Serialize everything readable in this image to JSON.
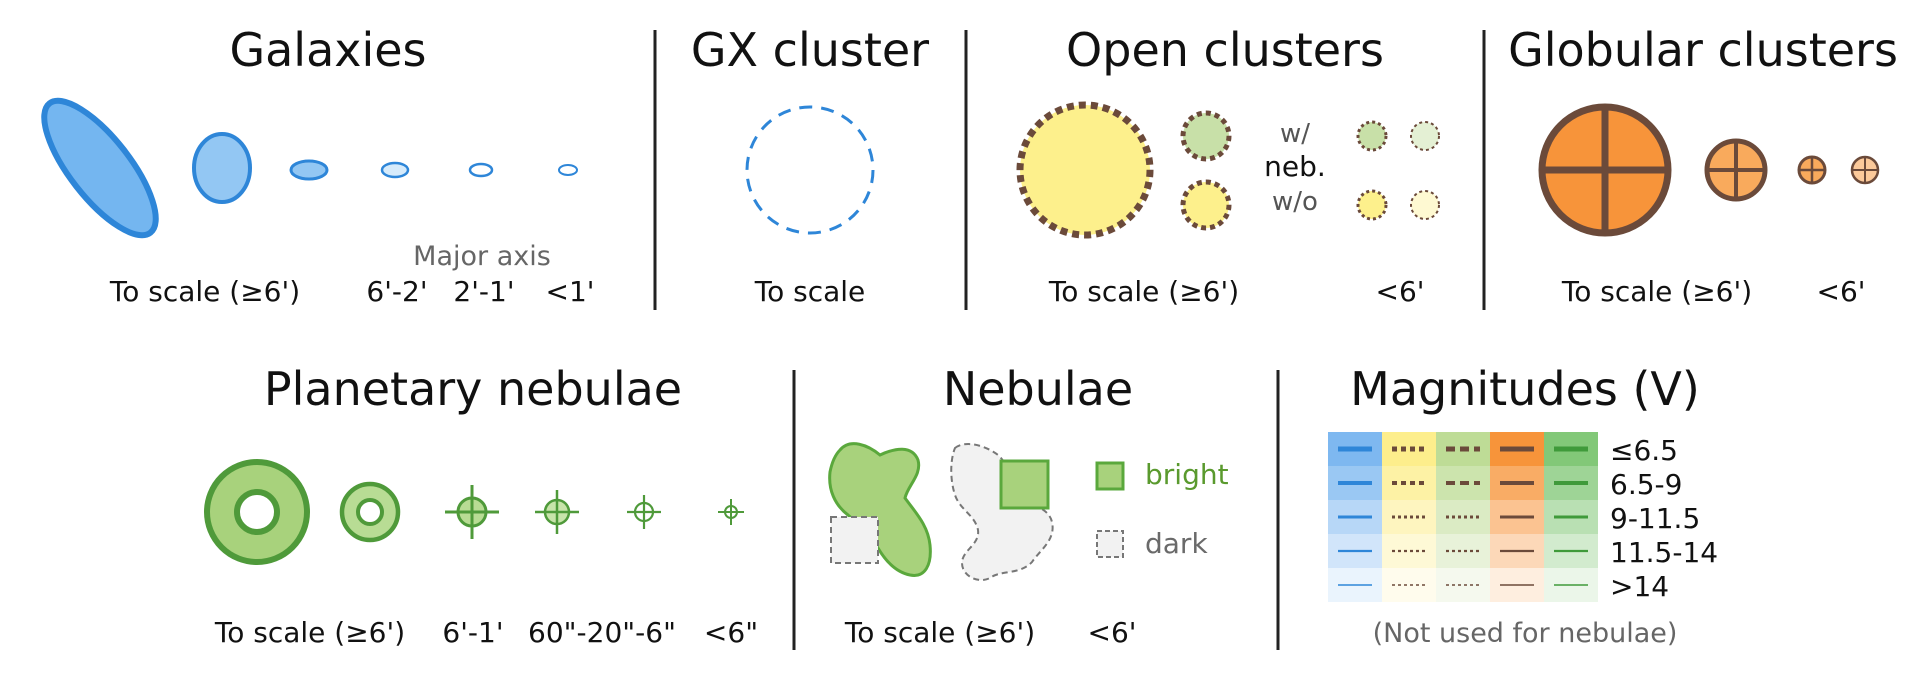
{
  "sections": {
    "galaxies": {
      "title": "Galaxies",
      "axis_note": "Major axis",
      "captions": [
        "To scale (≥6')",
        "6'-2'",
        "2'-1'",
        "<1'"
      ]
    },
    "gx_cluster": {
      "title": "GX cluster",
      "caption": "To scale"
    },
    "open_clusters": {
      "title": "Open clusters",
      "with_label": "w/",
      "neb_label": "neb.",
      "without_label": "w/o",
      "captions": [
        "To scale (≥6')",
        "<6'"
      ]
    },
    "globular_clusters": {
      "title": "Globular clusters",
      "captions": [
        "To scale (≥6')",
        "<6'"
      ]
    },
    "planetary_nebulae": {
      "title": "Planetary nebulae",
      "captions": [
        "To scale (≥6')",
        "6'-1'",
        "60\"-20\"-6\"",
        "<6\""
      ]
    },
    "nebulae": {
      "title": "Nebulae",
      "bright_label": "bright",
      "dark_label": "dark",
      "captions": [
        "To scale (≥6')",
        "<6'"
      ]
    },
    "magnitudes": {
      "title": "Magnitudes (V)",
      "rows": [
        "≤6.5",
        "6.5-9",
        "9-11.5",
        "11.5-14",
        ">14"
      ],
      "note": "(Not used for nebulae)"
    }
  },
  "colors": {
    "galaxy_blue": "#2e86d8",
    "galaxy_fill": "#7fbcf0",
    "open_cluster_yellow": "#fdf08c",
    "open_cluster_green": "#c8e0a8",
    "cluster_brown": "#6b4a3a",
    "globular_orange": "#f7943a",
    "nebula_green": "#5aa83c",
    "nebula_fill": "#a8d27c",
    "dark_nebula_fill": "#f2f2f2"
  }
}
